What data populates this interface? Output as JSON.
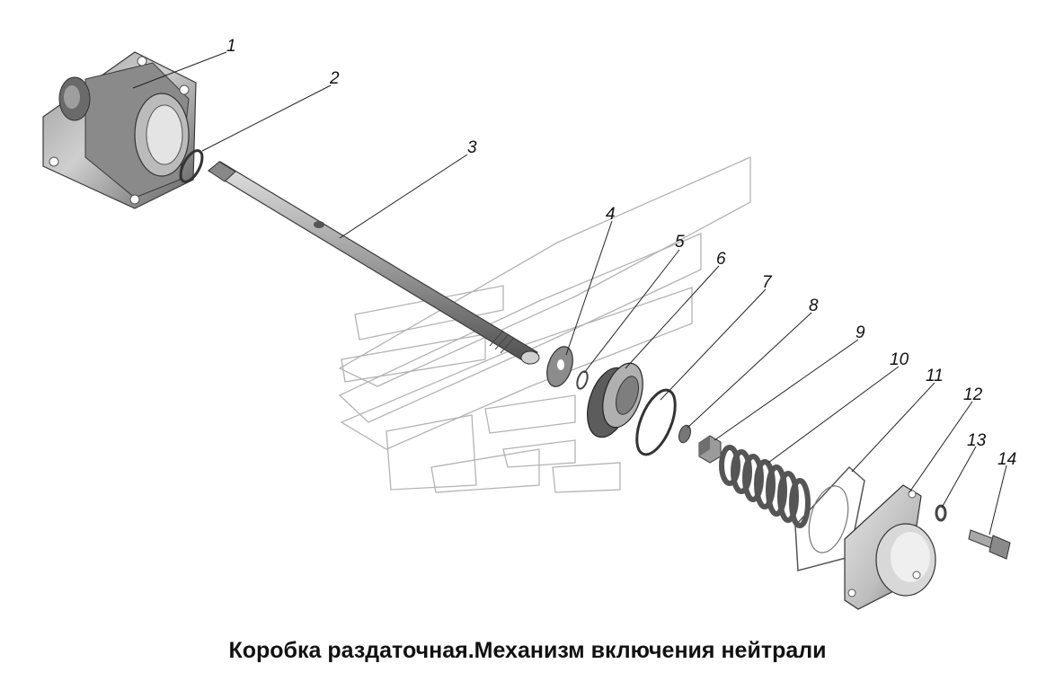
{
  "caption": "Коробка раздаточная.Механизм включения нейтрали",
  "callouts": [
    {
      "number": "1"
    },
    {
      "number": "2"
    },
    {
      "number": "3"
    },
    {
      "number": "4"
    },
    {
      "number": "5"
    },
    {
      "number": "6"
    },
    {
      "number": "7"
    },
    {
      "number": "8"
    },
    {
      "number": "9"
    },
    {
      "number": "10"
    },
    {
      "number": "11"
    },
    {
      "number": "12"
    },
    {
      "number": "13"
    },
    {
      "number": "14"
    }
  ],
  "colors": {
    "part_dark": "#6f6f6f",
    "part_mid": "#a3a3a3",
    "part_light": "#d6d6d6",
    "watermark": "#9a9a9a",
    "leader": "#222222"
  },
  "watermark": "manufacturer-logo"
}
